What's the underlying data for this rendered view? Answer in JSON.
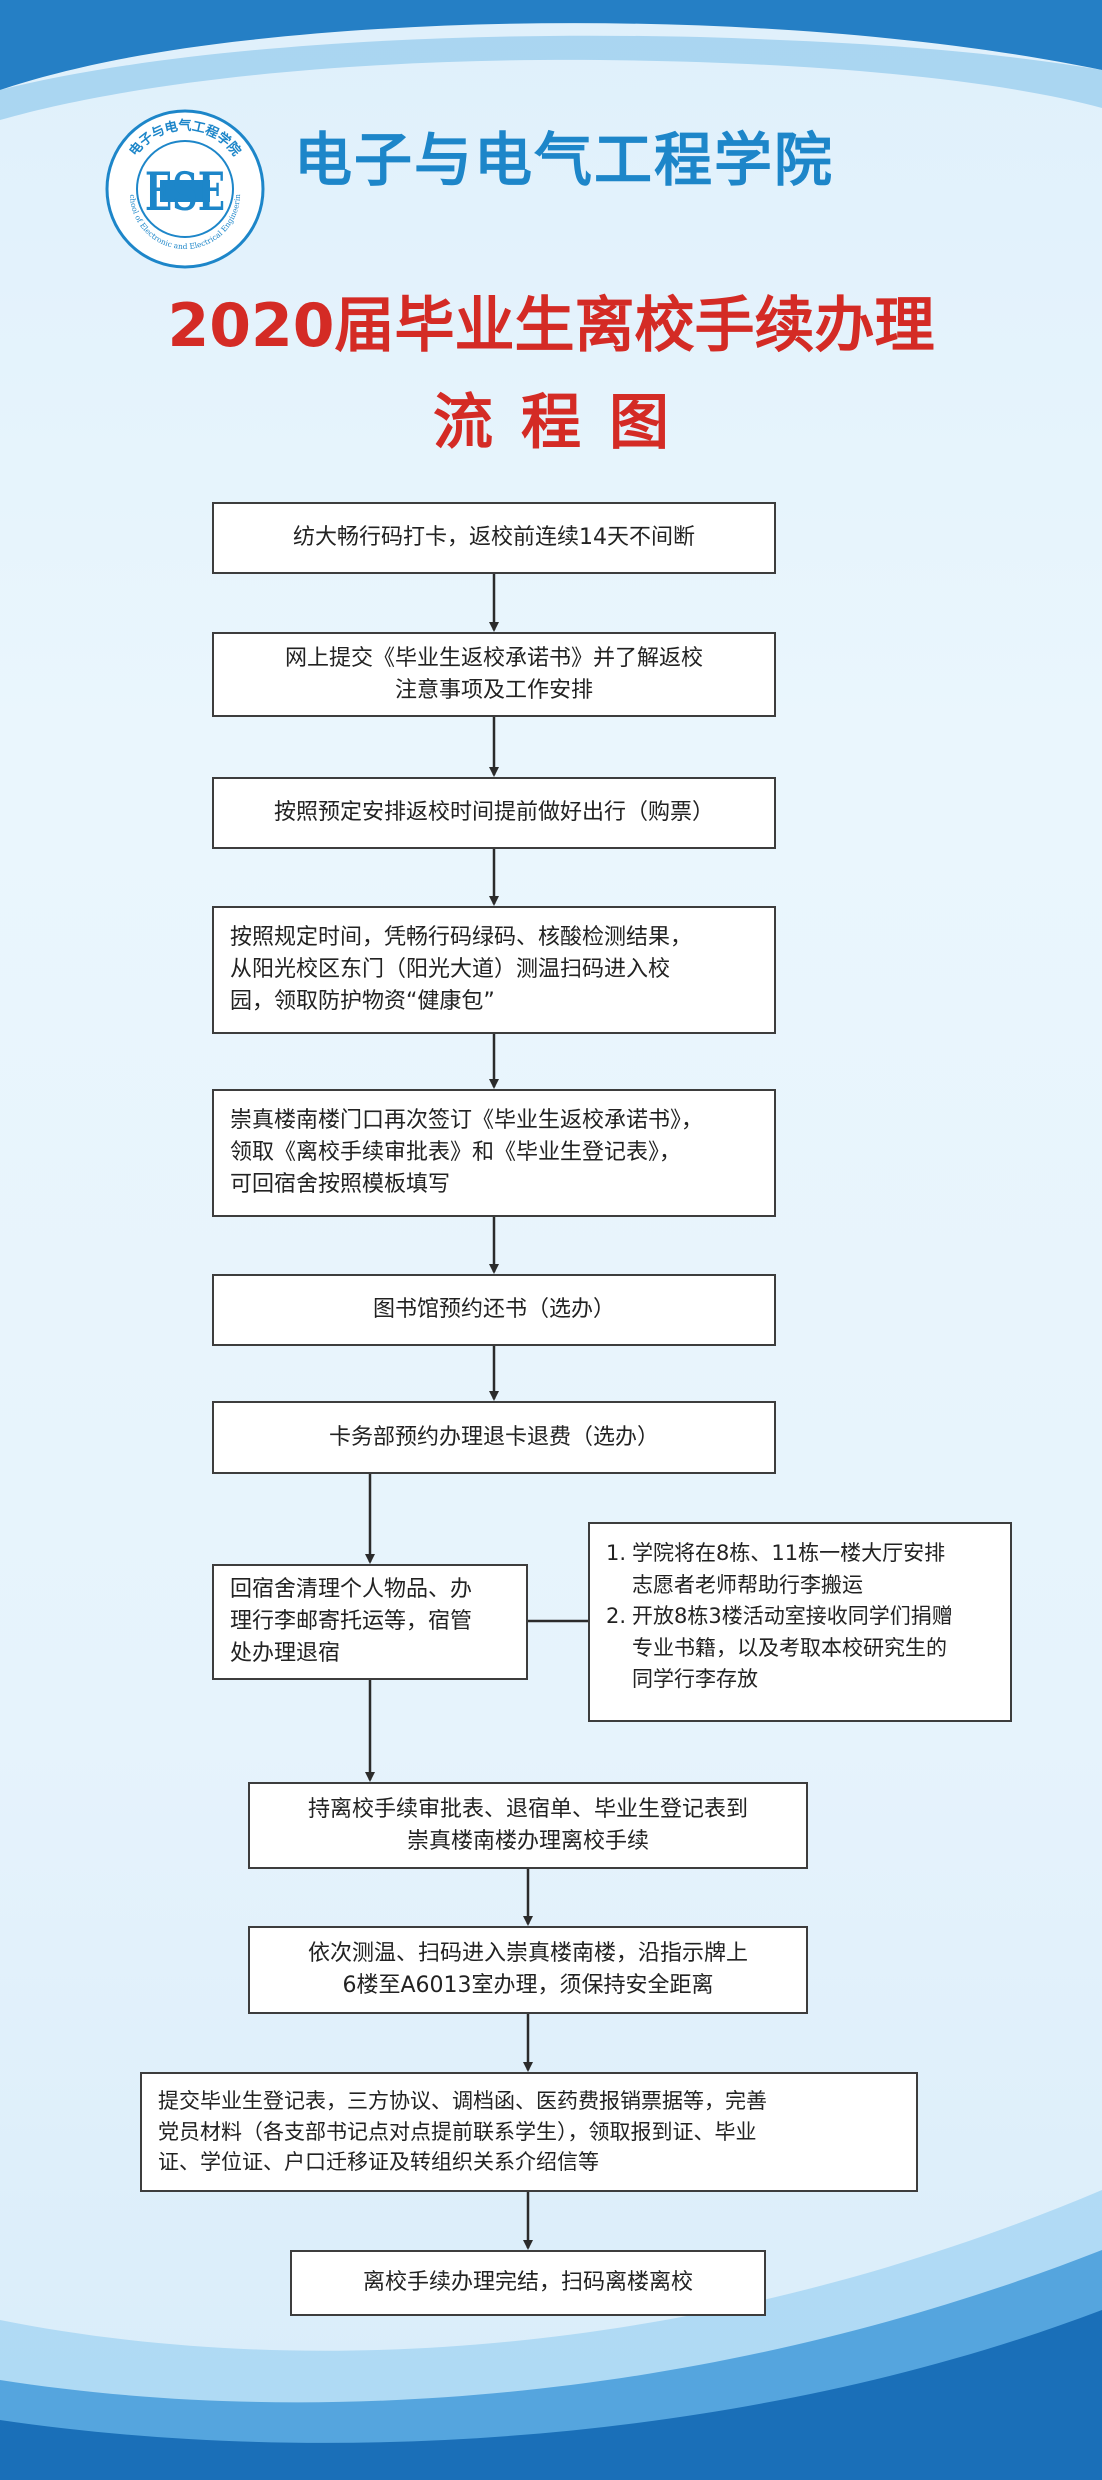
{
  "header": {
    "school_name": "电子与电气工程学院",
    "logo_text_top": "电子与电气工程学院",
    "logo_text_bottom": "School of Electronic and Electrical Engineering",
    "logo_mark": "ESE",
    "title": "2020届毕业生离校手续办理",
    "subtitle": "流程图"
  },
  "colors": {
    "title_red": "#d42b25",
    "school_blue": "#1d86c9",
    "wave_blue": "#1a78c2"
  },
  "steps": [
    {
      "id": "s1",
      "lines": [
        "纺大畅行码打卡，返校前连续14天不间断"
      ]
    },
    {
      "id": "s2",
      "lines": [
        "网上提交《毕业生返校承诺书》并了解返校",
        "注意事项及工作安排"
      ]
    },
    {
      "id": "s3",
      "lines": [
        "按照预定安排返校时间提前做好出行（购票）"
      ]
    },
    {
      "id": "s4",
      "lines": [
        "按照规定时间，凭畅行码绿码、核酸检测结果，",
        "从阳光校区东门（阳光大道）测温扫码进入校",
        "园，领取防护物资“健康包”"
      ]
    },
    {
      "id": "s5",
      "lines": [
        "崇真楼南楼门口再次签订《毕业生返校承诺书》，",
        "领取《离校手续审批表》和《毕业生登记表》，",
        "可回宿舍按照模板填写"
      ]
    },
    {
      "id": "s6",
      "lines": [
        "图书馆预约还书（选办）"
      ]
    },
    {
      "id": "s7",
      "lines": [
        "卡务部预约办理退卡退费（选办）"
      ]
    },
    {
      "id": "s8",
      "lines": [
        "回宿舍清理个人物品、办",
        "理行李邮寄托运等，宿管",
        "处办理退宿"
      ]
    },
    {
      "id": "s9",
      "lines": [
        "持离校手续审批表、退宿单、毕业生登记表到",
        "崇真楼南楼办理离校手续"
      ]
    },
    {
      "id": "s10",
      "lines": [
        "依次测温、扫码进入崇真楼南楼，沿指示牌上",
        "6楼至A6013室办理，须保持安全距离"
      ]
    },
    {
      "id": "s11",
      "lines": [
        "提交毕业生登记表，三方协议、调档函、医药费报销票据等，完善",
        "党员材料（各支部书记点对点提前联系学生），领取报到证、毕业",
        "证、学位证、户口迁移证及转组织关系介绍信等"
      ]
    },
    {
      "id": "s12",
      "lines": [
        "离校手续办理完结，扫码离楼离校"
      ]
    }
  ],
  "note": {
    "items": [
      {
        "num": "1.",
        "lines": [
          "学院将在8栋、11栋一楼大厅安排",
          "志愿者老师帮助行李搬运"
        ]
      },
      {
        "num": "2.",
        "lines": [
          "开放8栋3楼活动室接收同学们捐赠",
          "专业书籍，以及考取本校研究生的",
          "同学行李存放"
        ]
      }
    ]
  }
}
